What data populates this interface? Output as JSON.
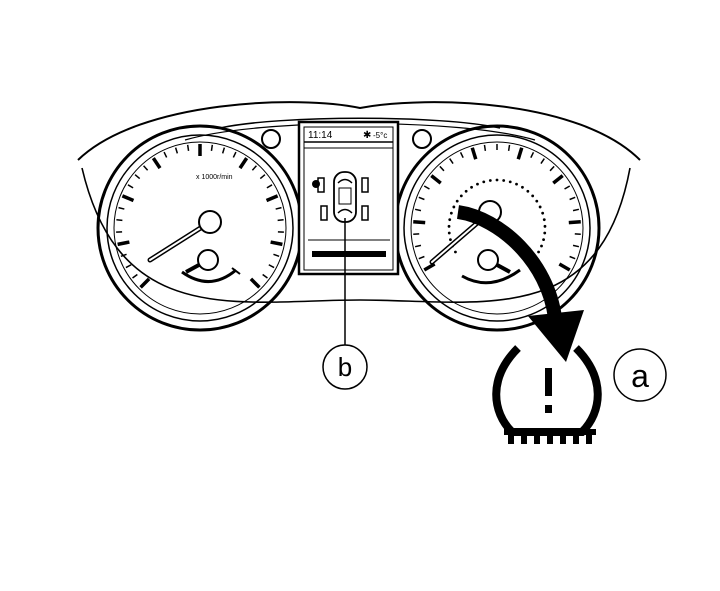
{
  "display": {
    "time": "11:14",
    "temperature": "-5°c",
    "icon_snow": "snowflake-icon",
    "icon_car": "car-topview-icon"
  },
  "tachometer": {
    "unit_label": "x 1000r/min"
  },
  "callouts": {
    "a": "a",
    "b": "b"
  },
  "warning_icon": {
    "name": "tpms-warning-icon",
    "symbol": "!"
  },
  "colors": {
    "line": "#000000",
    "background": "#ffffff"
  }
}
